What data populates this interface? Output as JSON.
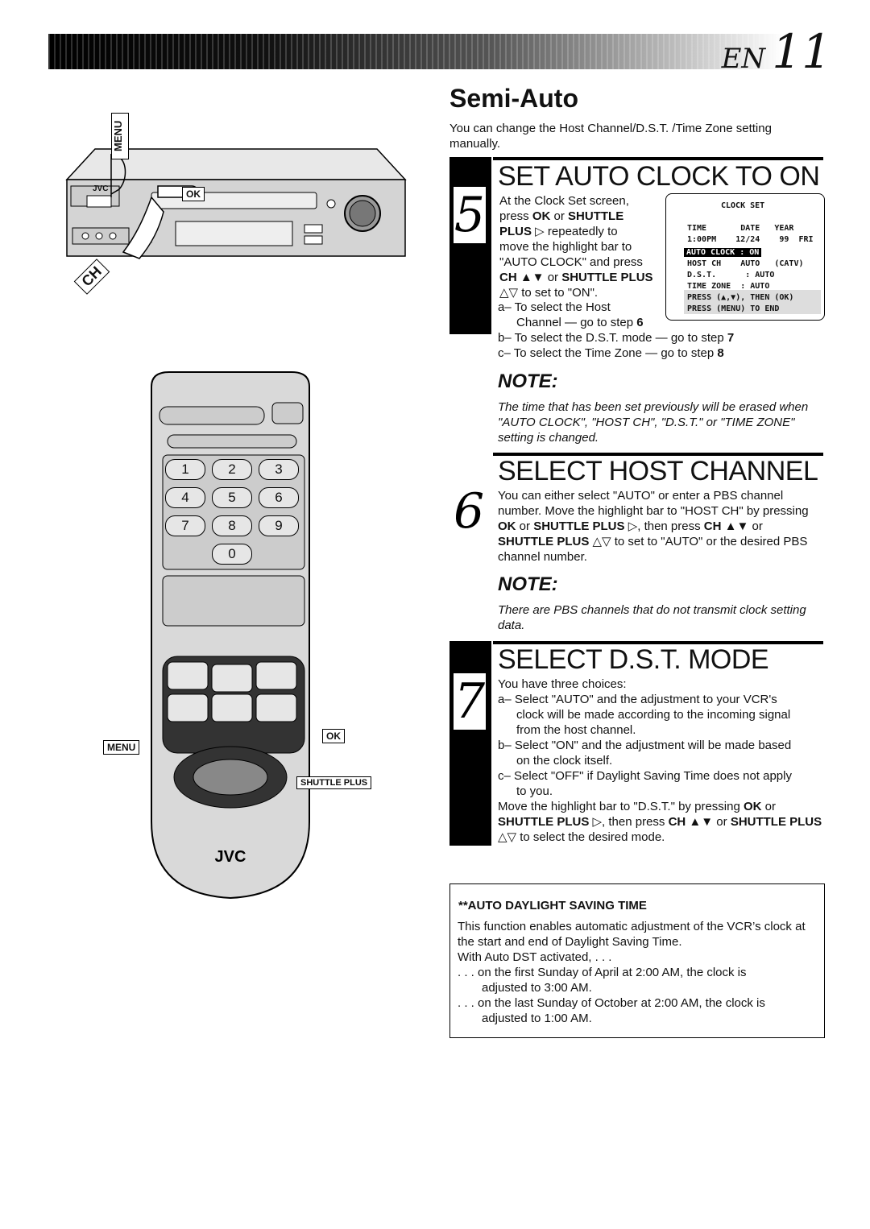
{
  "header": {
    "lang": "EN",
    "page": "11"
  },
  "section": {
    "title": "Semi-Auto",
    "intro": "You can change the Host Channel/D.S.T. /Time Zone setting manually."
  },
  "step5": {
    "num": "5",
    "title": "SET AUTO CLOCK TO ON",
    "text": [
      "At the Clock Set screen,",
      "press <b>OK</b> or <b>SHUTTLE</b>",
      "<b>PLUS</b> ▷ repeatedly to",
      "move the highlight bar to",
      "\"AUTO CLOCK\" and press",
      "<b>CH ▲▼</b> or <b>SHUTTLE PLUS</b>",
      "△▽ to set to \"ON\"."
    ],
    "a": "a– To select the Host",
    "a2": "Channel — go to step <b>6</b>",
    "b": "b– To select the D.S.T. mode — go to step <b>7</b>",
    "c": "c– To select the Time Zone — go to step <b>8</b>",
    "note_label": "NOTE:",
    "note": "The time that has been set previously will be erased when \"AUTO CLOCK\", \"HOST CH\", \"D.S.T.\" or \"TIME ZONE\" setting is changed."
  },
  "clock_screen": {
    "title": "CLOCK SET",
    "headers": "TIME       DATE   YEAR",
    "values": "1:00PM    12/24    99  FRI",
    "auto_clock": "AUTO CLOCK : ON",
    "host_ch": "HOST CH    AUTO   (CATV)",
    "dst": "D.S.T.      : AUTO",
    "time_zone": "TIME ZONE  : AUTO",
    "press1": "PRESS (▲,▼), THEN (OK)",
    "press2": "PRESS (MENU) TO END"
  },
  "step6": {
    "num": "6",
    "title": "SELECT HOST CHANNEL",
    "text": "You can either select \"AUTO\" or enter a PBS channel number. Move the highlight bar to \"HOST CH\" by pressing <b>OK</b> or <b>SHUTTLE PLUS</b> ▷, then press <b>CH ▲▼</b> or <b>SHUTTLE PLUS</b> △▽ to set to \"AUTO\" or the desired PBS channel number.",
    "note_label": "NOTE:",
    "note": "There are PBS channels that do not transmit clock setting data."
  },
  "step7": {
    "num": "7",
    "title": "SELECT D.S.T. MODE",
    "intro": "You have three choices:",
    "a": "a– Select \"AUTO\" and the adjustment to your VCR's",
    "a2": "clock will be made according to the incoming signal",
    "a3": "from the host channel.",
    "b": "b– Select \"ON\" and the adjustment will be made based",
    "b2": "on the clock itself.",
    "c": "c– Select \"OFF\" if Daylight Saving Time does not apply",
    "c2": "to you.",
    "move": "Move the highlight bar to \"D.S.T.\" by pressing <b>OK</b> or <b>SHUTTLE PLUS</b> ▷, then press <b>CH ▲▼</b> or <b>SHUTTLE PLUS</b> △▽ to select the desired mode."
  },
  "dst_box": {
    "title": "**AUTO DAYLIGHT SAVING TIME",
    "p1": "This function enables automatic adjustment of the VCR’s clock at the start and end of Daylight Saving Time.",
    "p2": "With Auto DST activated, . . .",
    "l1": ". . . on the first Sunday of April at 2:00 AM, the clock is",
    "l1b": "adjusted to 3:00 AM.",
    "l2": ". . . on the last Sunday of October at 2:00 AM, the clock is",
    "l2b": "adjusted to 1:00 AM."
  },
  "vcr": {
    "brand": "JVC",
    "menu_label": "MENU",
    "ok_label": "OK",
    "ch_label": "CH"
  },
  "remote": {
    "brand": "JVC",
    "keys": [
      "1",
      "2",
      "3",
      "4",
      "5",
      "6",
      "7",
      "8",
      "9",
      "0"
    ],
    "menu_label": "MENU",
    "ok_label": "OK",
    "shuttle_label": "SHUTTLE PLUS"
  }
}
